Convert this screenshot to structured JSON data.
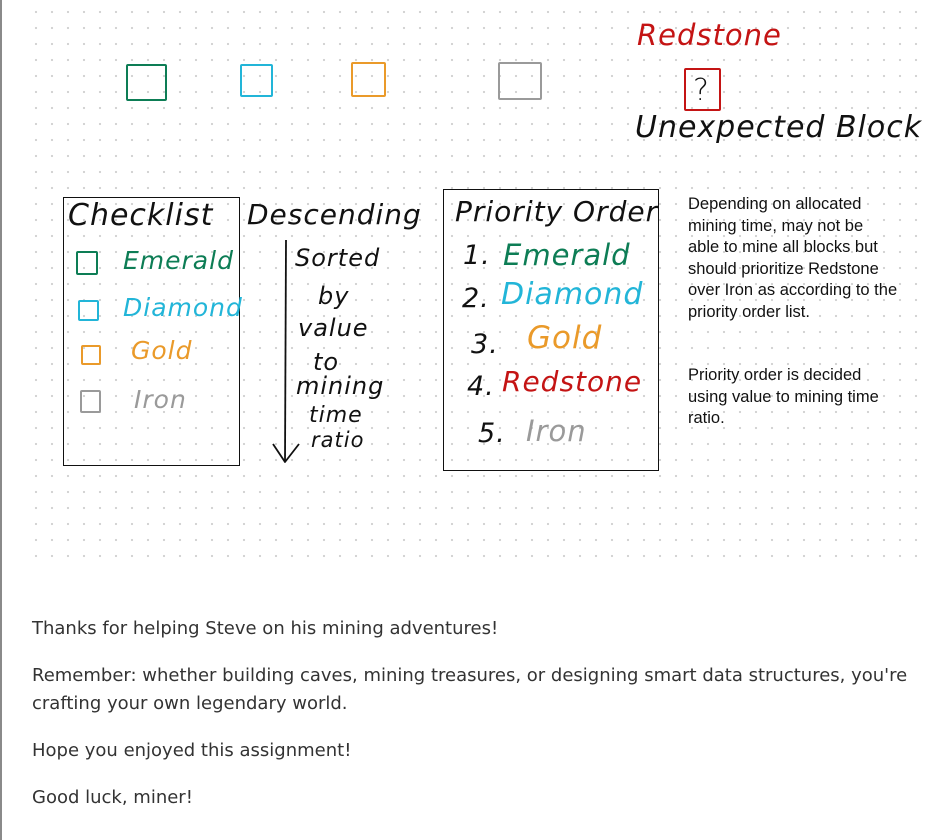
{
  "colors": {
    "emerald": "#0d7d55",
    "diamond": "#22b5d8",
    "gold": "#ea9a2a",
    "iron": "#9a9a9a",
    "redstone": "#c41414",
    "ink": "#111111"
  },
  "top": {
    "redstone_label": "Redstone",
    "question_mark": "?",
    "unexpected_label": "Unexpected Block"
  },
  "checklist": {
    "title": "Checklist",
    "items": [
      "Emerald",
      "Diamond",
      "Gold",
      "Iron"
    ]
  },
  "descending": {
    "title": "Descending",
    "words": [
      "Sorted",
      "by",
      "value",
      "to",
      "mining",
      "time",
      "ratio"
    ]
  },
  "priority": {
    "title": "Priority Order",
    "items": [
      {
        "num": "1.",
        "name": "Emerald"
      },
      {
        "num": "2.",
        "name": "Diamond"
      },
      {
        "num": "3.",
        "name": "Gold"
      },
      {
        "num": "4.",
        "name": "Redstone"
      },
      {
        "num": "5.",
        "name": "Iron"
      }
    ]
  },
  "notes": {
    "p1": "Depending on allocated mining time, may not be able to mine all blocks but should prioritize Redstone over Iron as according to the priority order list.",
    "p2": "Priority order is decided using value to mining time ratio."
  },
  "footer": {
    "p1": "Thanks for helping Steve on his mining adventures!",
    "p2": "Remember: whether building caves, mining treasures, or designing smart data structures, you're crafting your own legendary world.",
    "p3": "Hope you enjoyed this assignment!",
    "p4": "Good luck, miner!"
  }
}
